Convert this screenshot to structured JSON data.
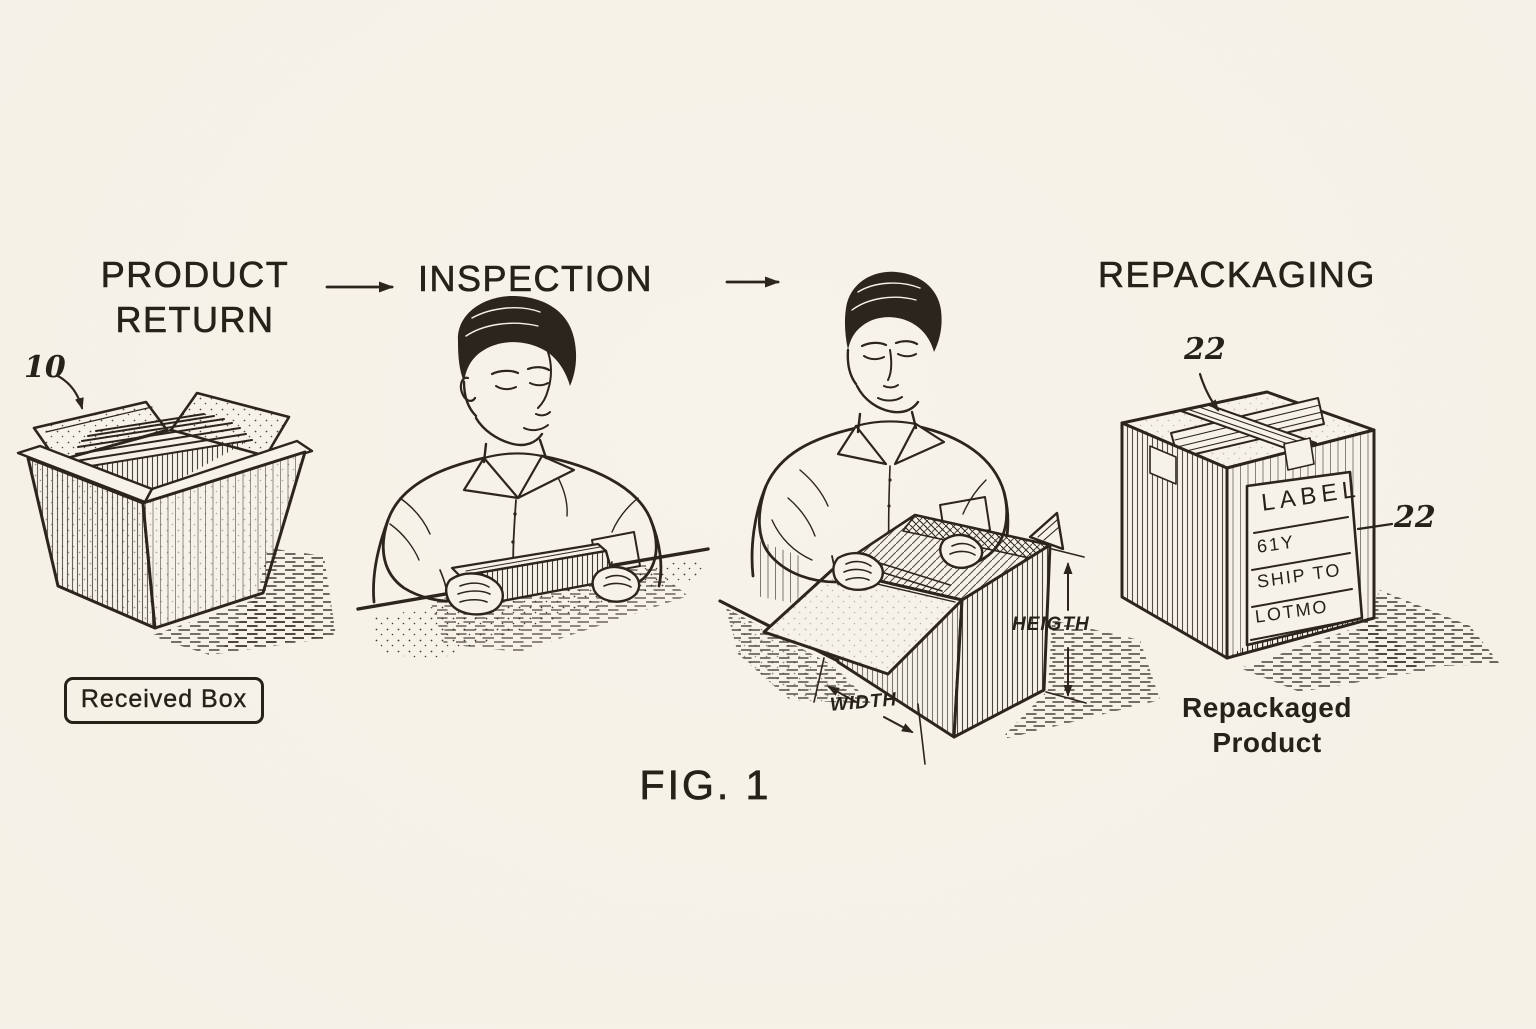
{
  "figure_caption": "FIG. 1",
  "colors": {
    "background": "#f6f2e9",
    "ink": "#2b251e"
  },
  "stages": {
    "product_return": {
      "title": "PRODUCT RETURN",
      "ref_number": "10",
      "caption": "Received Box"
    },
    "inspection": {
      "title": "INSPECTION"
    },
    "packing": {
      "width_label": "WIDTH",
      "height_label": "HEIGTH"
    },
    "repackaging": {
      "title": "REPACKAGING",
      "ref_number_top": "22",
      "ref_number_side": "22",
      "caption": "Repackaged Product",
      "label_panel": {
        "title": "LABEL",
        "row_qty": "61Y",
        "row_ship": "SHIP TO",
        "row_lot": "LOTMO"
      }
    }
  }
}
